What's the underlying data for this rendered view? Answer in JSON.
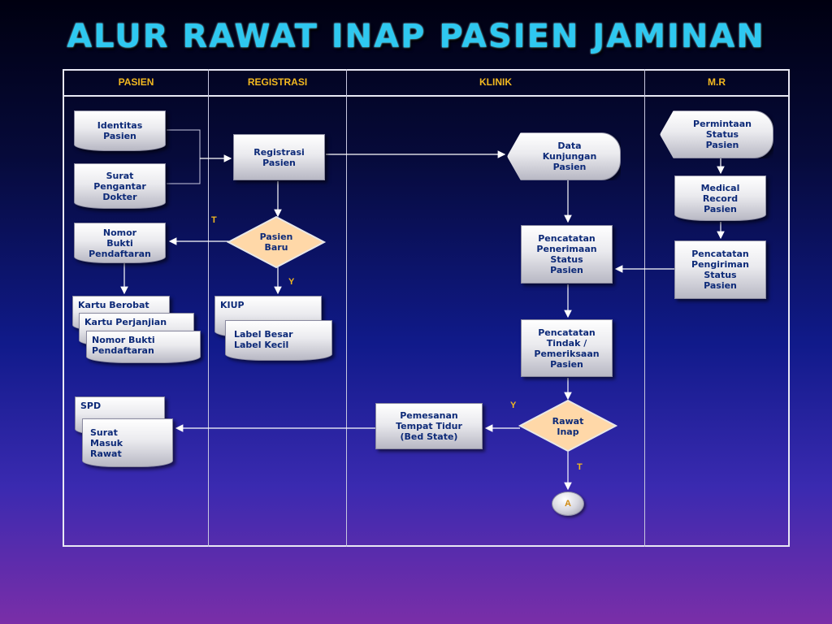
{
  "title": "ALUR RAWAT INAP PASIEN JAMINAN",
  "lanes": [
    "PASIEN",
    "REGISTRASI",
    "KLINIK",
    "M.R"
  ],
  "nodes": {
    "identitas_pasien": "Identitas\nPasien",
    "surat_pengantar": "Surat\nPengantar\nDokter",
    "nomor_bukti": "Nomor\nBukti\nPendaftaran",
    "kartu_berobat": "Kartu Berobat",
    "kartu_perjanjian": "Kartu Perjanjian",
    "nomor_bukti_2": "Nomor Bukti\nPendaftaran",
    "spd": "SPD",
    "surat_masuk_rawat": "Surat\nMasuk\nRawat",
    "registrasi_pasien": "Registrasi\nPasien",
    "pasien_baru": "Pasien\nBaru",
    "kiup": "KIUP",
    "label": "Label Besar\nLabel Kecil",
    "data_kunjungan": "Data\nKunjungan\nPasien",
    "pencatatan_penerimaan": "Pencatatan\nPenerimaan\nStatus\nPasien",
    "pencatatan_tindak": "Pencatatan\nTindak /\nPemeriksaan\nPasien",
    "rawat_inap": "Rawat\nInap",
    "pemesanan": "Pemesanan\nTempat Tidur\n(Bed State)",
    "connector_a": "A",
    "permintaan_status": "Permintaan\nStatus\nPasien",
    "medical_record": "Medical\nRecord\nPasien",
    "pencatatan_pengiriman": "Pencatatan\nPengiriman\nStatus\nPasien"
  },
  "decision_labels": {
    "pasien_baru_t": "T",
    "pasien_baru_y": "Y",
    "rawat_inap_y": "Y",
    "rawat_inap_t": "T"
  },
  "colors": {
    "title": "#2ec8f0",
    "lane_header": "#f2b820",
    "decision_fill": "#ffd8a8",
    "node_text": "#0d2a78"
  }
}
